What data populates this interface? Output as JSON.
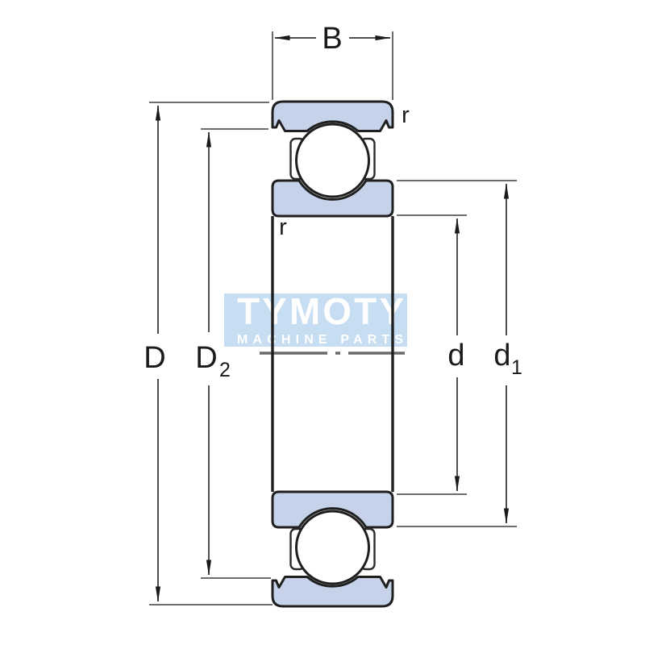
{
  "drawing": {
    "type": "deep-groove-ball-bearing-cross-section",
    "dimension_labels": {
      "width": "B",
      "outer_diameter": "D",
      "outer_recess_base": "D",
      "outer_recess_sub": "2",
      "bore": "d",
      "shoulder_base": "d",
      "shoulder_sub": "1",
      "fillet_radius_top": "r",
      "fillet_radius_bottom": "r"
    },
    "colors": {
      "bearing_fill": "#c6d2ea",
      "outline": "#1f1f1f",
      "dimension_lines": "#4f4f4f",
      "centerline": "#6b6b6b",
      "background": "#ffffff"
    }
  },
  "watermark": {
    "brand": "TYMOTY",
    "tagline": "MACHINE PARTS",
    "bg_color": "#c7ddf2",
    "text_color": "#ffffff"
  }
}
